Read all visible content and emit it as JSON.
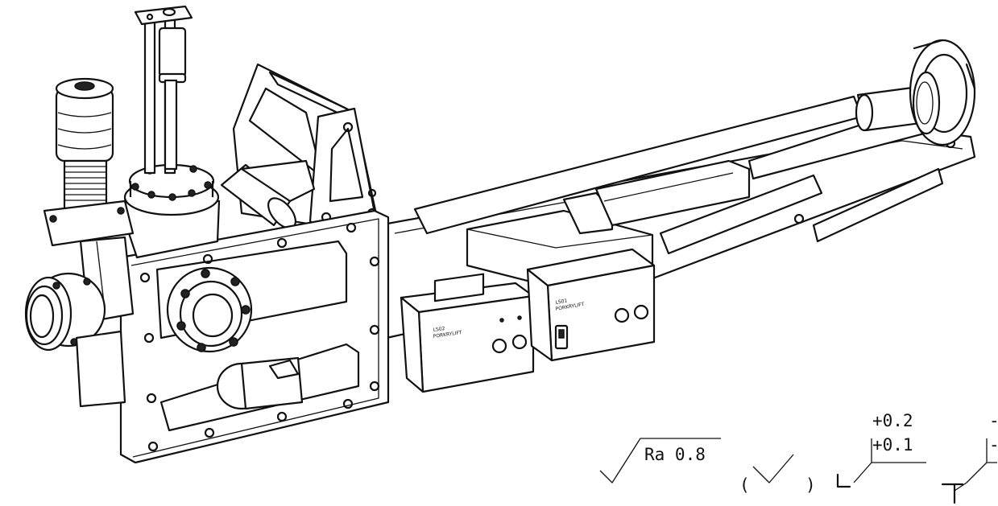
{
  "roughness_symbol": {
    "value": "Ra 0.8",
    "paren_open": "(",
    "paren_close": ")"
  },
  "tolerance_1": {
    "upper": "+0.2",
    "lower": "+0.1"
  },
  "tolerance_2": {
    "upper": "-",
    "lower": "-"
  }
}
